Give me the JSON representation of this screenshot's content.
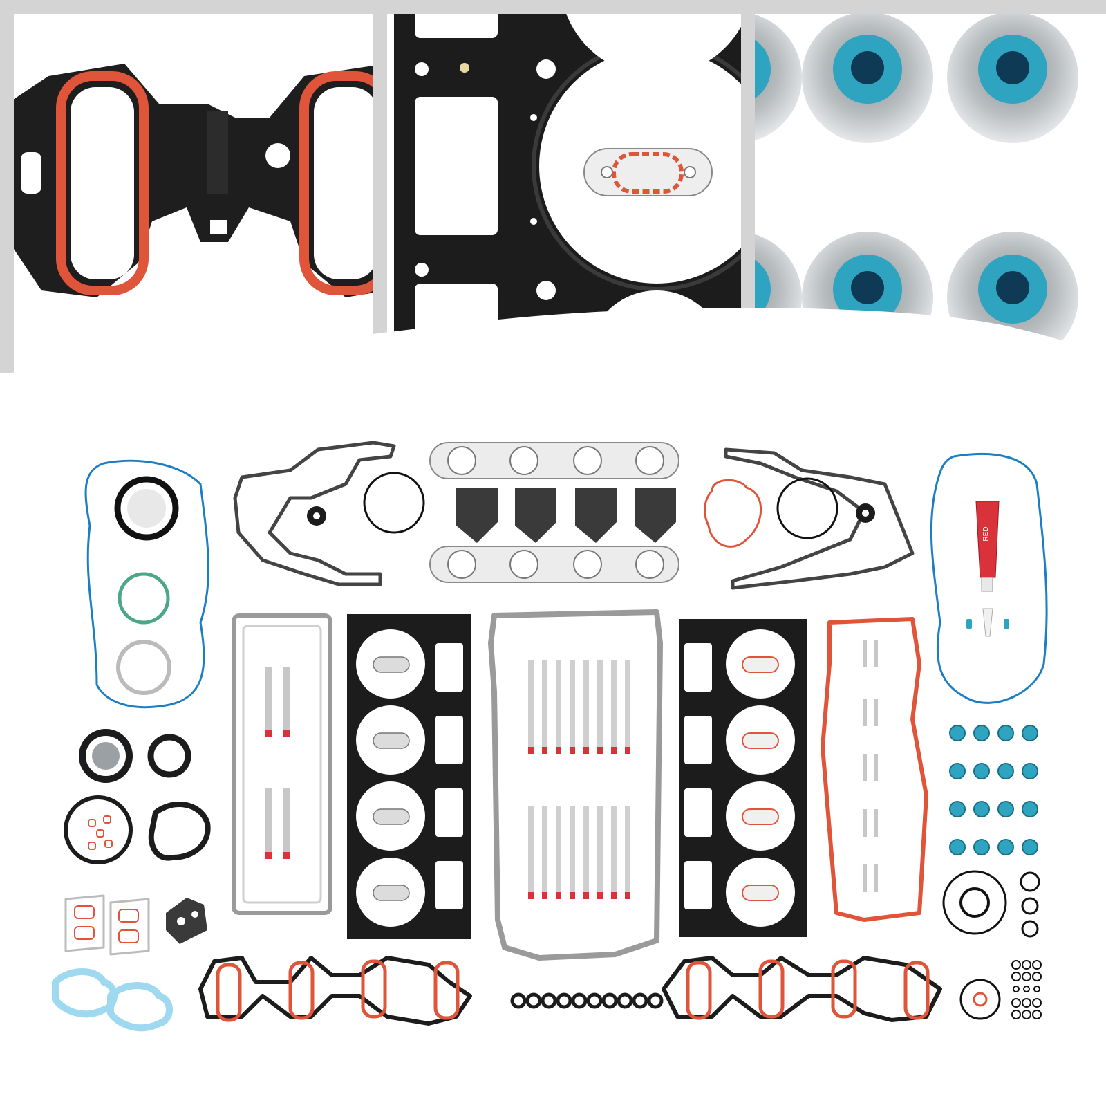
{
  "image": {
    "kind": "product-photo",
    "colors": {
      "frame_gray": "#d4d4d4",
      "gasket_black": "#1c1c1c",
      "gasket_red": "#e0543a",
      "seal_blue": "#1c7fc4",
      "seal_teal": "#2fa4c0",
      "metal_silver": "#cfcfcf",
      "light_blue": "#9ed9ef",
      "green_ring": "#4aa889"
    },
    "sealant_tube_label": "RED"
  },
  "panels": [
    {
      "name": "intake-manifold-gasket-closeup",
      "icon": "intake-gasket-icon"
    },
    {
      "name": "head-gasket-closeup",
      "icon": "head-gasket-icon"
    },
    {
      "name": "valve-stem-seals-closeup",
      "icon": "valve-seal-icon"
    }
  ]
}
